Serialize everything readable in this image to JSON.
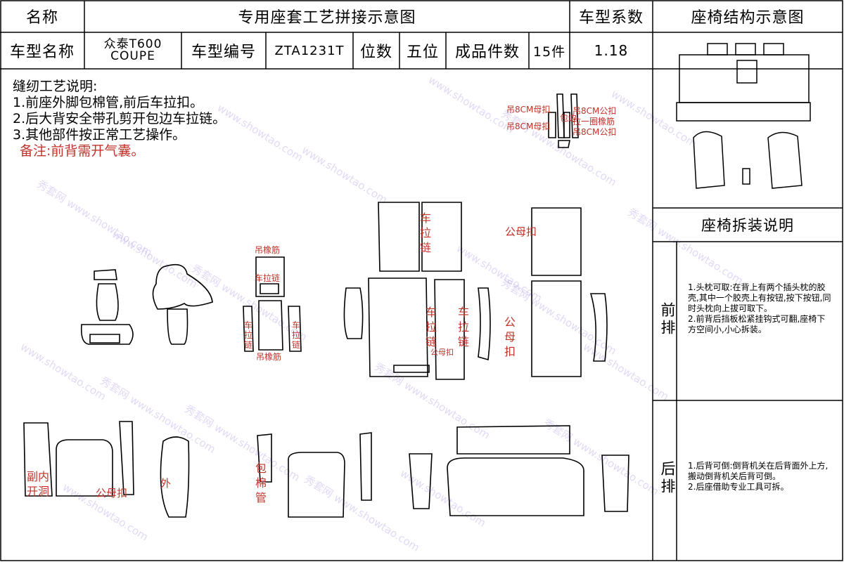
{
  "header": {
    "name_label": "名称",
    "diagram_title": "专用座套工艺拼接示意图",
    "coef_label": "车型系数",
    "structure_title": "座椅结构示意图",
    "model_name_label": "车型名称",
    "model_name": "众泰T600\nCOUPE",
    "model_no_label": "车型编号",
    "model_no": "ZTA1231T",
    "seats_label": "位数",
    "seats_value": "五位",
    "pieces_label": "成品件数",
    "pieces_value": "15件",
    "coef_value": "1.18"
  },
  "notes": {
    "title": "缝纫工艺说明:",
    "line1": "1.前座外脚包棉管,前后车拉扣。",
    "line2": "2.后大背安全带孔剪开包边车拉链。",
    "line3": "3.其他部件按正常工艺操作。",
    "remark": "备注:前背需开气囊。"
  },
  "disassembly": {
    "title": "座椅拆装说明",
    "front_label": "前排",
    "front_text": "1.头枕可取:在背上有两个插头枕的胶壳,其中一个胶壳上有按钮,按下按钮,同时头枕向上拔可取下。\n2.前背后挡板松紧挂钩式可翻,座椅下方空间小,小心拆装。",
    "rear_label": "后排",
    "rear_text": "1.后背可倒:倒背机关在后背面外上方,搬动倒背机关后背可倒。\n2.后座借助专业工具可拆。"
  },
  "piece_labels": {
    "l1": "吊8CM母扣",
    "l2": "包边",
    "l3": "吊8CM母扣",
    "l4": "吊8CM公扣",
    "l5": "拉一圈橡筋",
    "l6": "吊8CM公扣",
    "l7": "吊橡筋",
    "l8": "车拉链",
    "l9": "车拉链",
    "l10": "车拉链",
    "l11": "吊橡筋",
    "l12": "公母扣",
    "l13": "车拉链",
    "l14": "车拉链",
    "l15": "车拉链",
    "l16": "公母扣",
    "l17": "公母扣",
    "l18": "副内开洞",
    "l19": "公母扣",
    "l20": "外",
    "l21": "包棉管"
  },
  "watermark": {
    "brand": "秀套网",
    "url": "www.showtao.com"
  }
}
